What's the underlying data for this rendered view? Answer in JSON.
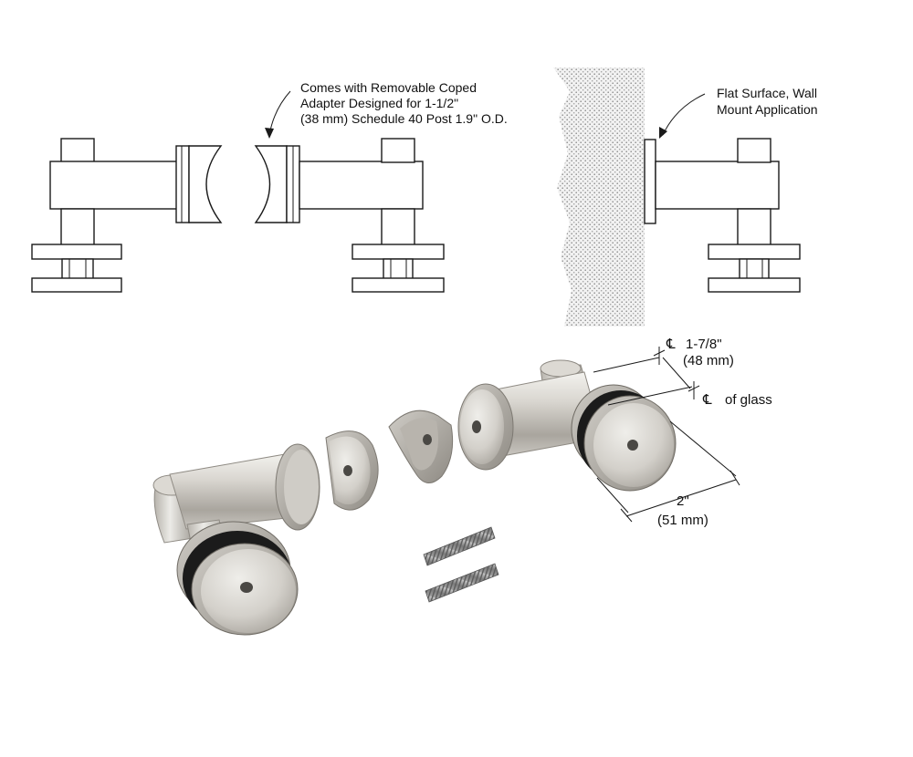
{
  "callouts": {
    "coped_adapter": {
      "line1": "Comes with Removable Coped",
      "line2": "Adapter Designed for 1-1/2\"",
      "line3": "(38 mm) Schedule 40 Post 1.9\" O.D."
    },
    "wall_mount": {
      "line1": "Flat Surface, Wall",
      "line2": "Mount Application"
    }
  },
  "dimensions": {
    "centerline_symbol": "℄",
    "offset_imperial": "1-7/8\"",
    "offset_metric": "(48 mm)",
    "glass_centerline": "of glass",
    "diameter_imperial": "2\"",
    "diameter_metric": "(51 mm)"
  },
  "colors": {
    "line": "#1a1a1a",
    "wall_stipple": "#9a9a9a",
    "steel_light": "#e6e4df",
    "steel_mid": "#bdbab3",
    "steel_dark": "#8f8b84",
    "gasket": "#1b1b1b"
  }
}
